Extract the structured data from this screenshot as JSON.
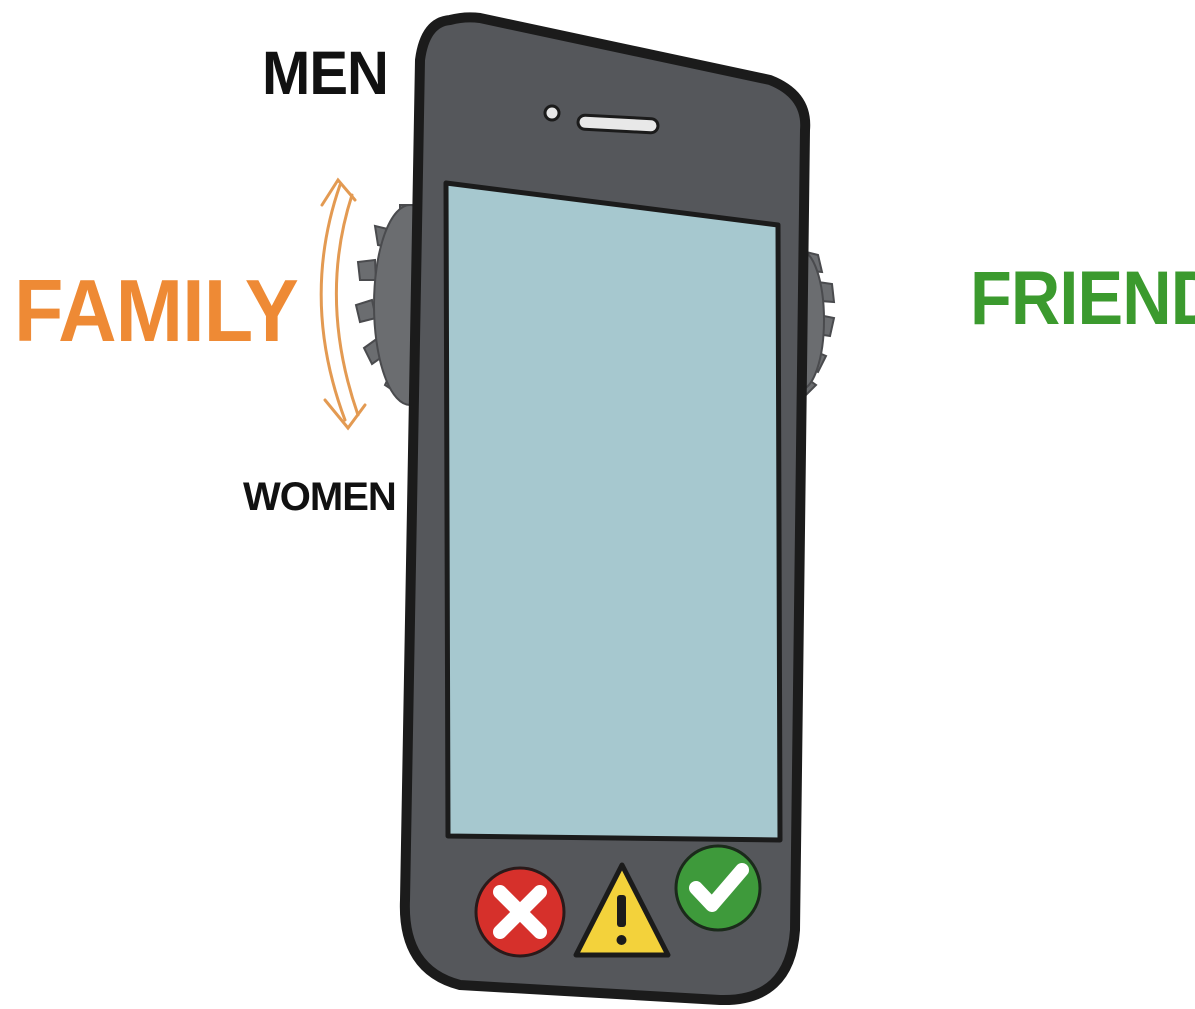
{
  "labels": {
    "men": "MEN",
    "women": "WOMEN",
    "family": "FAMILY",
    "friend": "FRIEND"
  },
  "colors": {
    "men": "#111111",
    "women": "#111111",
    "family": "#ee8a35",
    "friend": "#3b9a2e",
    "phone_body": "#55575b",
    "phone_outline": "#1b1b1b",
    "screen": "#a6c8cf",
    "gear": "#6b6d70",
    "reject_button": "#d6302b",
    "warning_button": "#f3d23b",
    "accept_button": "#3e9a3b",
    "arrows": "#e39a52"
  },
  "icons": {
    "reject": "x-mark-icon",
    "warning": "warning-triangle-icon",
    "accept": "check-mark-icon",
    "gear": "gear-icon",
    "arrows": "double-arrow-icon"
  }
}
